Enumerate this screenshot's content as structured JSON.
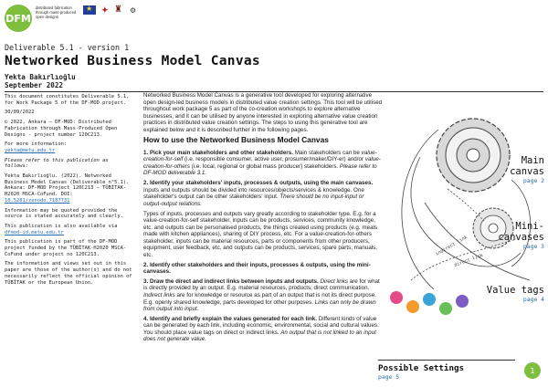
{
  "header": {
    "logo_mark": "DFM",
    "logo_text": "distributed fabrication through mass-produced open designs"
  },
  "title_block": {
    "deliverable": "Deliverable 5.1 - version 1",
    "title": "Networked Business Model Canvas",
    "author": "Yekta Bakırlıoğlu",
    "date": "September 2022"
  },
  "sidebar": {
    "p1": "This document constitutes Deliverable 5.1, for Work Package 5 of the DF-MOD project.",
    "p2": "30/09/2022",
    "p3": "© 2022, Ankara – DF-MOD: Distributed Fabrication through Mass-Produced Open Designs - project number 120C213.",
    "p4a": "For more information:",
    "p4_email": "yekta@metu.edu.tr",
    "p5": "Please refer to this publication as follows:",
    "p6": "Yekta Bakırlıoğlu. (2022). Networked Business Model Canvas (Deliverable n°5.1). Ankara: DF-MOD Project 120C213 – TÜBİTAK-H2020 MSCA-CoFund. DOI:",
    "p6_doi": "10.5281/zenodo.7187731",
    "p7": "Information may be quoted provided the source is stated accurately and clearly.",
    "p8a": "This publication is also available via",
    "p8_url": "dfmod-id.metu.edu.tr",
    "p9": "This publication is part of the DF-MOD project funded by the TÜBİTAK-H2020 MSCA-CoFund under project no 120C213.",
    "p10": "The information and views set out in this paper are those of the author(s) and do not necessarily reflect the official opinion of TÜBİTAK or the European Union."
  },
  "main": {
    "intro": "Networked Business Model Canvas is a generative tool developed for exploring alternative open design-led business models in distributed value creation settings. This tool will be utilised throughout work package 5 as part of the co-creation workshops to explore alternative businesses, and it can be utilised by anyone interested in exploring alternative value creation practices in distributed value creation settings. The steps to using this generative tool are explained below and it is described further in the following pages.",
    "heading": "How to use the Networked Business Model Canvas",
    "s1_bold": "1. Pick your main stakeholders and other stakeholders.",
    "s1_a": " Main stakeholders can be ",
    "s1_em1": "value-creation-for-self",
    "s1_b": " (i.e. responsible consumer, active user, prosumer/maker/DIY-er) and/or ",
    "s1_em2": "value-creation-for-others",
    "s1_c": " (i.e. local, regional or global mass producer) stakeholders. ",
    "s1_em3": "Please refer to DF-MOD deliverable 3.1.",
    "s2_bold": "2. Identify your stakeholders' inputs, processes & outputs, using the main canvases.",
    "s2_a": " Inputs and outputs should be divided into resources/objects/services & knowledge. One stakeholder's output can be other stakeholders' input. ",
    "s2_em": "There should be no input-input or output-output relations.",
    "s2_p2": "Types of inputs, processes and outputs vary greatly according to stakeholder type. E.g. for a value-creation-for-self stakeholder, inputs can be products, services, community knowledge, etc. and outputs can be personalised products, the things created using products (e.g. meals made with kitchen appliances), sharing of DIY process, etc. For a value-creation-for-others stakeholder, inputs can be material resources, parts or components from other producers, equipment, user feedback, etc. and outputs can be products, services, spare parts, manuals, etc.",
    "s3_bold": "2. Identify other stakeholders and their inputs, processes & outputs, using the mini-canvases.",
    "s4_bold": "3. Draw the direct and indirect links between inputs and outputs.",
    "s4_a": " ",
    "s4_em1": "Direct links",
    "s4_b": " are for what is directly provided by an output. E.g. material resources, products, direct communication. ",
    "s4_em2": "Indirect links",
    "s4_c": " are for knowledge or resource as part of an output that is not its direct purpose. E.g. openly shared knowledge, parts developed for other purposes. ",
    "s4_em3": "Links can only be drawn from output into input.",
    "s5_bold": "4. Identify and briefly explain the values generated for each link.",
    "s5_a": " Different kinds of value can be generated by each link, including economic, environmental, social and cultural values. You should place value tags on direct or indirect links. ",
    "s5_em": "An output that is not linked to an input does not generate value."
  },
  "diagram": {
    "main_label": "Main canvas",
    "main_page": "page 2",
    "mini_label": "Mini-canvases",
    "mini_page": "page 3",
    "value_label": "Value tags",
    "value_page": "page 4",
    "link_label_indirect": "indirect link",
    "link_label_direct": "direct link",
    "tag_colors": [
      "#e64a8a",
      "#f59b2b",
      "#3aa3d9",
      "#6bbf59",
      "#7c5cc4"
    ]
  },
  "footer": {
    "possible_label": "Possible Settings",
    "possible_page": "page 5",
    "page_number": "1"
  }
}
